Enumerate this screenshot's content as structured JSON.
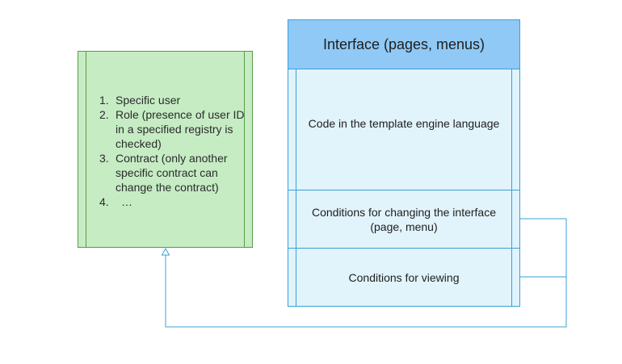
{
  "access_box": {
    "items": [
      {
        "num": "1.",
        "text": "Specific user"
      },
      {
        "num": "2.",
        "text": "Role (presence of user ID in a specified registry is checked)"
      },
      {
        "num": "3.",
        "text": "Contract (only another specific contract can change the contract)"
      },
      {
        "num": "4.",
        "text": "…"
      }
    ]
  },
  "interface_box": {
    "title": "Interface (pages, menus)",
    "sections": {
      "code": "Code in the template engine language",
      "change_line1": "Conditions for changing the interface",
      "change_line2": "(page, menu)",
      "view": "Conditions for viewing"
    }
  },
  "colors": {
    "green_fill": "#c6ecc4",
    "green_border": "#5b9a4a",
    "blue_header": "#90c9f5",
    "blue_fill": "#e1f3fb",
    "blue_border": "#3aa0d6",
    "connector": "#3aa0d6"
  }
}
